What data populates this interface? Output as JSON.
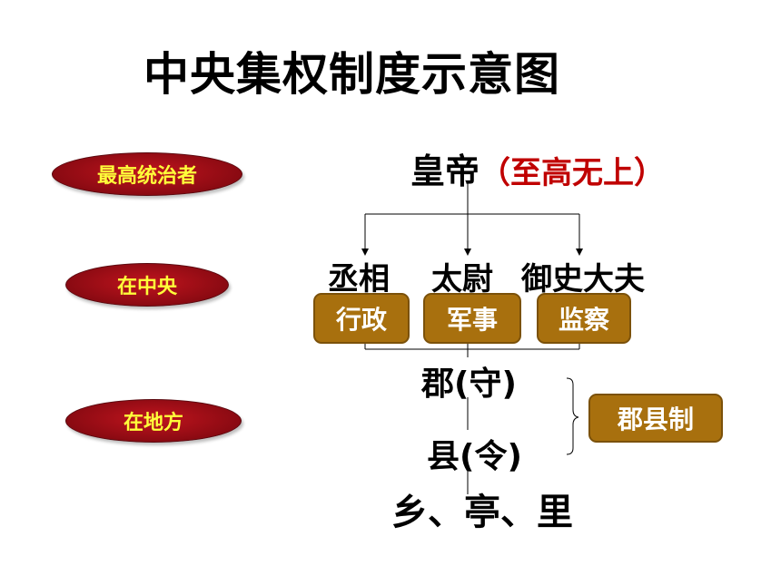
{
  "title": "中央集权制度示意图",
  "levels": {
    "supreme": "最高统治者",
    "central": "在中央",
    "local": "在地方"
  },
  "emperor": {
    "label": "皇帝",
    "note": "（至高无上）",
    "note_color": "#c00000"
  },
  "central_officials": [
    {
      "name": "丞相",
      "duty": "行政"
    },
    {
      "name": "太尉",
      "duty": "军事"
    },
    {
      "name": "御史大夫",
      "duty": "监察"
    }
  ],
  "local_units": {
    "jun": "郡(守)",
    "xian": "县(令)",
    "grassroots": "乡、亭、里",
    "system": "郡县制"
  },
  "colors": {
    "pill_fill": "#8a0a12",
    "pill_text": "#ffff3a",
    "tag_fill": "#a8700e",
    "tag_text": "#ffffff"
  }
}
